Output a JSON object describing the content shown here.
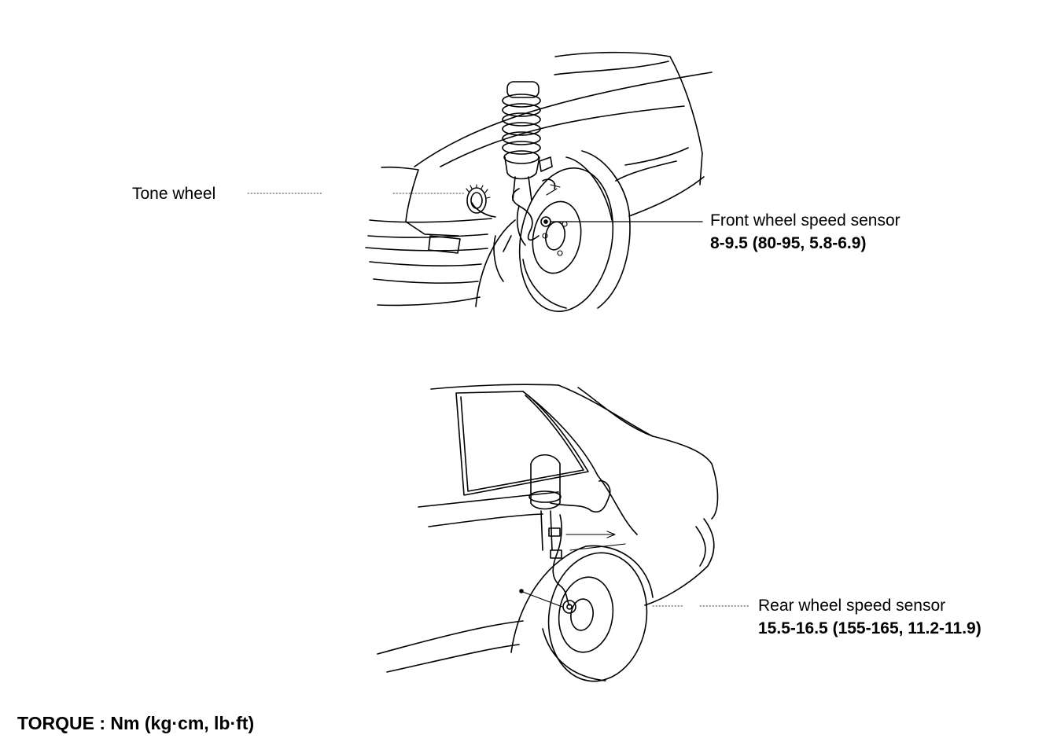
{
  "labels": {
    "tone_wheel": "Tone wheel",
    "front_sensor": {
      "name": "Front wheel speed sensor",
      "torque": "8-9.5 (80-95, 5.8-6.9)"
    },
    "rear_sensor": {
      "name": "Rear wheel speed sensor",
      "torque": "15.5-16.5 (155-165, 11.2-11.9)"
    },
    "torque_note": "TORQUE : Nm (kg·cm, lb·ft)"
  }
}
